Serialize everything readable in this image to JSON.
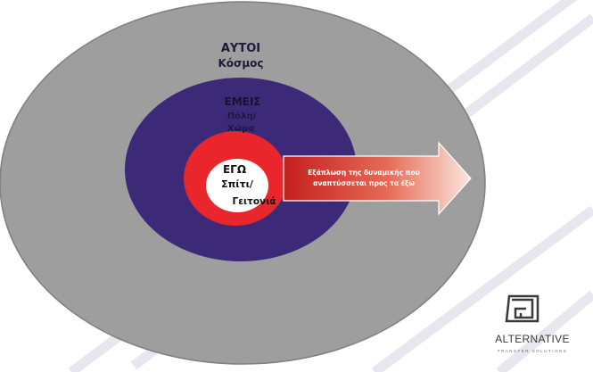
{
  "outer_ring": {
    "line1": "ΑΥΤΟΙ",
    "line2": "Κόσμος",
    "color": "#9c9c9c"
  },
  "middle_ring": {
    "line1": "ΕΜΕΙΣ",
    "line2": "Πόλη/",
    "line3": "Χώρα",
    "color": "#3c2a78"
  },
  "core": {
    "line1": "ΕΓΩ",
    "line2": "Σπίτι/",
    "line3": "Γειτονιά",
    "ring_color": "#e8262b"
  },
  "arrow": {
    "line1": "Εξάπλωση της δυναμικής που",
    "line2": "αναπτύσσεται προς τα έξω"
  },
  "logo": {
    "text": "ALTERNATIVE",
    "tagline": "TRANSFER SOLUTIONS",
    "color": "#3a3a3a"
  },
  "colors": {
    "watermark": "#e7e3ee",
    "arrow_red": "#c9201d",
    "arrow_fade": "#f8dcd5"
  }
}
